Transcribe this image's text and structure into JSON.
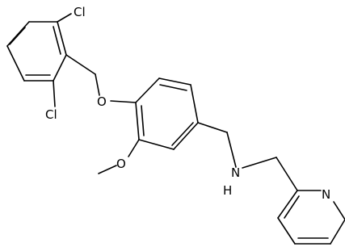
{
  "molecule": {
    "atoms": [
      {
        "id": "cl1",
        "symbol": "Cl"
      },
      {
        "id": "cl2",
        "symbol": "Cl"
      },
      {
        "id": "o_ether",
        "symbol": "O"
      },
      {
        "id": "o_methoxy",
        "symbol": "O"
      },
      {
        "id": "n_amine",
        "symbol": "N"
      },
      {
        "id": "h_amine",
        "symbol": "H"
      },
      {
        "id": "n_pyridine",
        "symbol": "N"
      }
    ]
  }
}
